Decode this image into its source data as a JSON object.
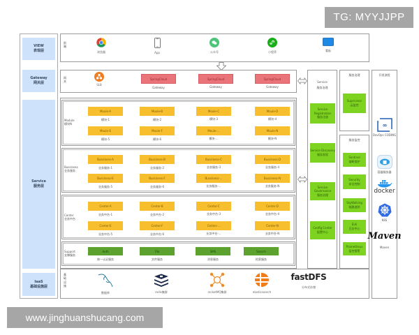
{
  "watermarks": {
    "top": "TG: MYYJJPP",
    "bottom": "www.jinghuanshucang.com"
  },
  "layers": [
    {
      "en": "VIEW",
      "cn": "表现层"
    },
    {
      "en": "Gateway",
      "cn": "网关层"
    },
    {
      "en": "Service",
      "cn": "服务层"
    },
    {
      "en": "IaaS",
      "cn": "基础设施层"
    }
  ],
  "view": {
    "side_label": "前端",
    "items": [
      {
        "icon": "chrome-icon",
        "label": "浏览器"
      },
      {
        "icon": "phone-icon",
        "label": "App"
      },
      {
        "icon": "wechat-official-icon",
        "label": "公众号"
      },
      {
        "icon": "mini-program-icon",
        "label": "小程序"
      },
      {
        "icon": "tablet-icon",
        "label": "看板"
      }
    ]
  },
  "gateway": {
    "side_label": "网关",
    "slb": {
      "icon": "slb-icon",
      "label": "SLB"
    },
    "nodes": [
      {
        "box": "SpringCloud",
        "label": "Gateway"
      },
      {
        "box": "SpringCloud",
        "label": "Gateway"
      },
      {
        "box": "SpringCloud",
        "label": "Gateway"
      }
    ]
  },
  "service": {
    "module": {
      "side_en": "Module",
      "side_cn": "模块N",
      "items": [
        {
          "box": "Moule-A",
          "label": "模块-1"
        },
        {
          "box": "Moule-B",
          "label": "模块-2"
        },
        {
          "box": "Moule-C",
          "label": "模块-3"
        },
        {
          "box": "Moule-D",
          "label": "模块-4"
        },
        {
          "box": "Moule-E",
          "label": "模块-5"
        },
        {
          "box": "Moule-F",
          "label": "模块-6"
        },
        {
          "box": "Moule-...",
          "label": "模块-..."
        },
        {
          "box": "Moule-N",
          "label": "模块-N"
        }
      ]
    },
    "business": {
      "side_en": "Bussiness",
      "side_cn": "业务服务",
      "items": [
        {
          "box": "Bussiness-A",
          "label": "业务服务-1"
        },
        {
          "box": "Bussiness-B",
          "label": "业务服务-2"
        },
        {
          "box": "Bussiness-C",
          "label": "业务服务-3"
        },
        {
          "box": "Bussiness-D",
          "label": "业务服务-4"
        },
        {
          "box": "Bussiness-E",
          "label": "业务服务-5"
        },
        {
          "box": "Bussiness-F",
          "label": "业务服务-6"
        },
        {
          "box": "Bussiness-...",
          "label": "业务服务-..."
        },
        {
          "box": "Bussiness-N",
          "label": "业务服务-N"
        }
      ]
    },
    "center": {
      "side_en": "Center",
      "side_cn": "业务中台",
      "items": [
        {
          "box": "Center-A",
          "label": "业务中台-1"
        },
        {
          "box": "Center-B",
          "label": "业务中台-2"
        },
        {
          "box": "Center-C",
          "label": "业务中台-3"
        },
        {
          "box": "Center-D",
          "label": "业务中台-4"
        },
        {
          "box": "Center-E",
          "label": "业务中台-5"
        },
        {
          "box": "Center-F",
          "label": "业务中台-6"
        },
        {
          "box": "Center-...",
          "label": "业务中台-..."
        },
        {
          "box": "Center-N",
          "label": "业务中台-N"
        }
      ]
    },
    "support": {
      "side_en": "Support",
      "side_cn": "支撑服务",
      "items": [
        {
          "box": "Auth",
          "label": "统一认证服务"
        },
        {
          "box": "File",
          "label": "文件服务"
        },
        {
          "box": "SMS",
          "label": "消息服务"
        },
        {
          "box": "Search",
          "label": "检索服务"
        }
      ]
    }
  },
  "iaas": {
    "side_label": "基础设施",
    "items": [
      {
        "icon": "mysql-icon",
        "label": "数据库"
      },
      {
        "icon": "redis-icon",
        "label": "redis集群"
      },
      {
        "icon": "rocketmq-icon",
        "label": "rocketMQ集群"
      },
      {
        "icon": "elasticsearch-icon",
        "label": "elasticsearch"
      },
      {
        "icon": "fastdfs-logo",
        "logo_text": "fastDFS",
        "label": "分布式存储"
      }
    ]
  },
  "governance": {
    "title_en": "Service",
    "title_cn": "服务治理",
    "items": [
      {
        "en": "Service Registration",
        "cn": "服务注册"
      },
      {
        "en": "Service Discovery",
        "cn": "服务发现"
      },
      {
        "en": "Service Governance",
        "cn": "服务治理"
      },
      {
        "en": "Config Center",
        "cn": "配置中心"
      }
    ]
  },
  "control": {
    "title": "服务治理",
    "items": [
      {
        "en": "Supervisor",
        "cn": "云监控"
      }
    ]
  },
  "monitor": {
    "title": "服务监控",
    "items": [
      {
        "en": "Sentinel",
        "cn": "熔断保护"
      },
      {
        "en": "Security",
        "cn": "安全控制"
      },
      {
        "en": "SkyWalking",
        "cn": "链路追踪"
      },
      {
        "en": "ELK",
        "cn": "日志中心"
      },
      {
        "en": "Prometheus",
        "cn": "监控报警"
      }
    ]
  },
  "devops": {
    "title": "开发流程",
    "items": [
      {
        "icon": "devops-coding-icon",
        "label": "DevOps CODING"
      },
      {
        "icon": "image-registry-icon",
        "label": "容器服务器"
      },
      {
        "icon": "docker-icon",
        "logo_text": "docker",
        "label": ""
      },
      {
        "icon": "kubernetes-icon",
        "label": "K8S"
      },
      {
        "icon": "maven-logo",
        "logo_text": "Maven",
        "label": "Maven"
      }
    ]
  },
  "colors": {
    "layer_bg": "#cfe2fb",
    "module_yellow": "#f7bf2e",
    "gateway_red": "#e9747a",
    "support_green": "#5ba22f",
    "governance_lime": "#7ed321"
  }
}
